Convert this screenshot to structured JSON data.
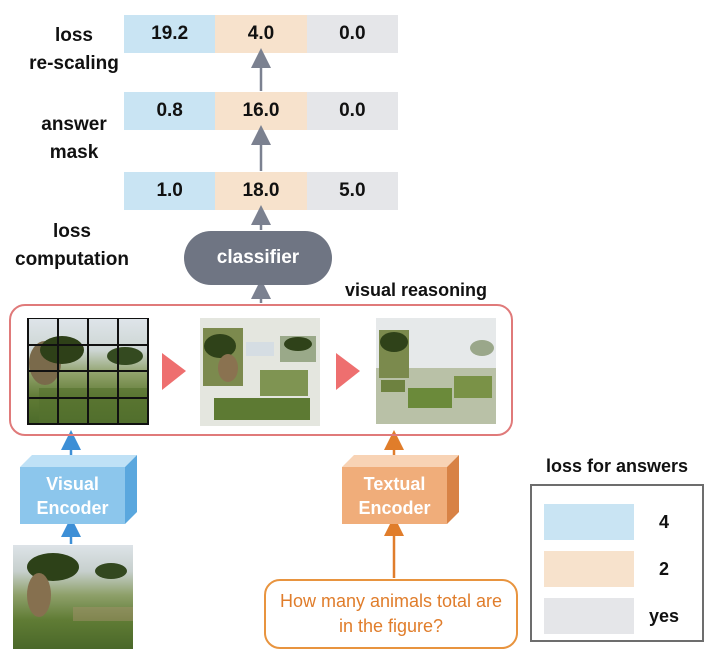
{
  "labels": {
    "loss_rescaling": [
      "loss",
      "re-scaling"
    ],
    "answer_mask": [
      "answer",
      "mask"
    ],
    "loss_computation": [
      "loss",
      "computation"
    ],
    "visual_reasoning": "visual reasoning",
    "classifier": "classifier",
    "visual_encoder": [
      "Visual",
      "Encoder"
    ],
    "textual_encoder": [
      "Textual",
      "Encoder"
    ],
    "question": "How many animals total are in the figure?"
  },
  "rows": {
    "rescaled": [
      "19.2",
      "4.0",
      "0.0"
    ],
    "masked": [
      "0.8",
      "16.0",
      "0.0"
    ],
    "computed": [
      "1.0",
      "18.0",
      "5.0"
    ]
  },
  "legend": {
    "title": "loss for answers",
    "items": [
      {
        "label": "4",
        "color": "#c9e4f3"
      },
      {
        "label": "2",
        "color": "#f7e2cc"
      },
      {
        "label": "yes",
        "color": "#e5e6e9"
      }
    ]
  },
  "colors": {
    "blue": "#c9e4f3",
    "tan": "#f7e2cc",
    "gray": "#e5e6e9",
    "classifier": "#6f7583",
    "reasoning_border": "#e07a7a",
    "visual_encoder": "#8cc6ec",
    "textual_encoder": "#f0ad7a",
    "question_border": "#e8943f"
  }
}
